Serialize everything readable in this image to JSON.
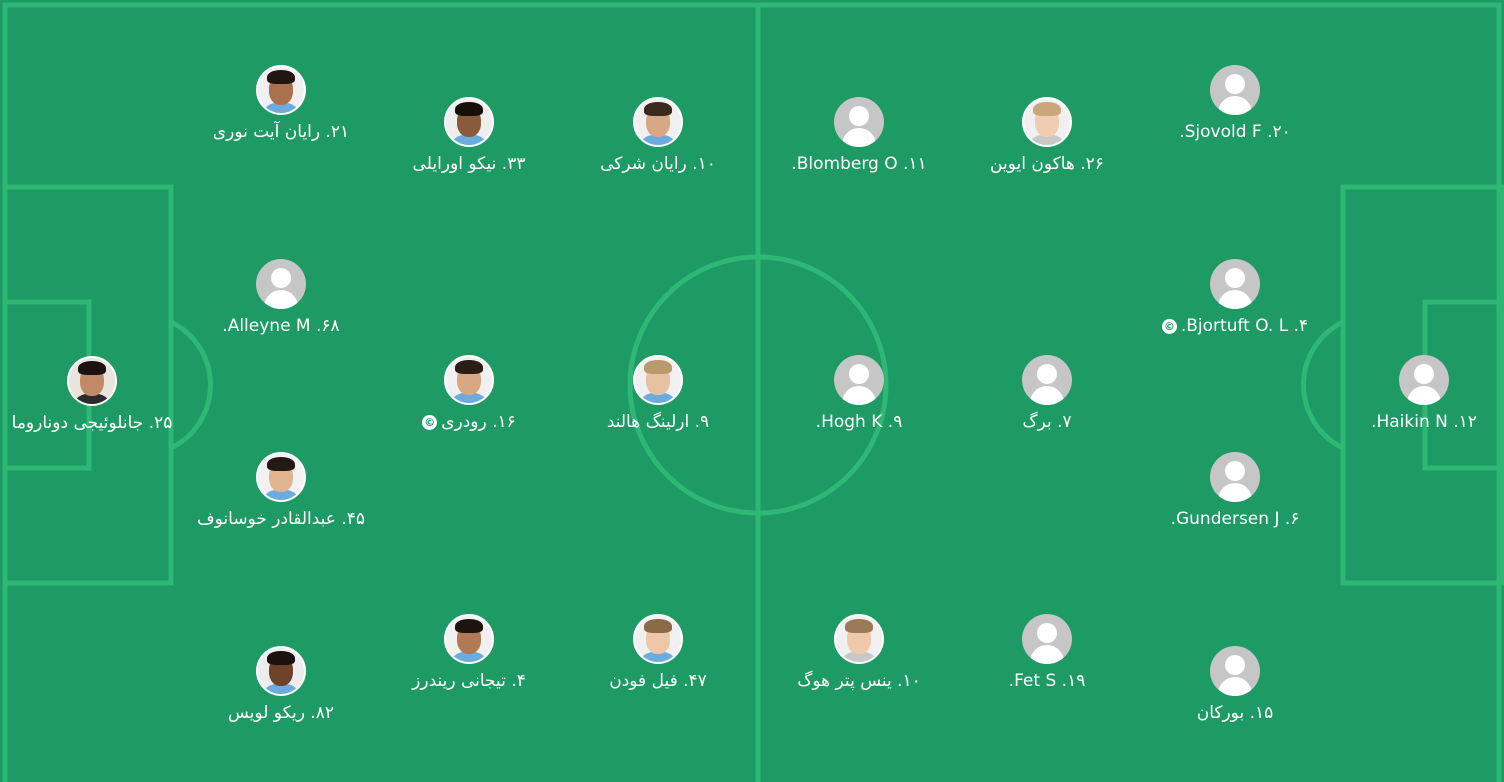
{
  "home_team": {
    "players": [
      {
        "label": "۲۵. جانلوئیجی دوناروما",
        "captain": false,
        "avatar": "photo"
      },
      {
        "label": "۲۱. رایان آیت نوری",
        "captain": false,
        "avatar": "photo"
      },
      {
        "label": "۶۸. Alleyne M.",
        "captain": false,
        "avatar": "placeholder"
      },
      {
        "label": "۴۵. عبدالقادر خوسانوف",
        "captain": false,
        "avatar": "photo"
      },
      {
        "label": "۸۲. ریکو لویس",
        "captain": false,
        "avatar": "photo"
      },
      {
        "label": "۳۳. نیکو اورایلی",
        "captain": false,
        "avatar": "photo"
      },
      {
        "label": "۱۶. رودری",
        "captain": true,
        "avatar": "photo"
      },
      {
        "label": "۴. تیجانی ریندرز",
        "captain": false,
        "avatar": "photo"
      },
      {
        "label": "۱۰. رایان شرکی",
        "captain": false,
        "avatar": "photo"
      },
      {
        "label": "۹. ارلینگ هالند",
        "captain": false,
        "avatar": "photo"
      },
      {
        "label": "۴۷. فیل فودن",
        "captain": false,
        "avatar": "photo"
      }
    ]
  },
  "away_team": {
    "players": [
      {
        "label": "۱۱. Blomberg O.",
        "captain": false,
        "avatar": "placeholder"
      },
      {
        "label": "۹. Hogh K.",
        "captain": false,
        "avatar": "placeholder"
      },
      {
        "label": "۱۰. ینس پتر هوگ",
        "captain": false,
        "avatar": "photo"
      },
      {
        "label": "۲۶. هاکون ایوین",
        "captain": false,
        "avatar": "photo"
      },
      {
        "label": "۷. برگ",
        "captain": false,
        "avatar": "placeholder"
      },
      {
        "label": "۱۹. Fet S.",
        "captain": false,
        "avatar": "placeholder"
      },
      {
        "label": "۲۰. Sjovold F.",
        "captain": false,
        "avatar": "placeholder"
      },
      {
        "label": "۴. Bjortuft O. L.",
        "captain": true,
        "avatar": "placeholder"
      },
      {
        "label": "۶. Gundersen J.",
        "captain": false,
        "avatar": "placeholder"
      },
      {
        "label": "۱۵. بورکان",
        "captain": false,
        "avatar": "placeholder"
      },
      {
        "label": "۱۲. Haikin N.",
        "captain": false,
        "avatar": "placeholder"
      }
    ]
  },
  "captain_symbol": "©",
  "icons": {
    "placeholder_avatar": "user-silhouette-icon",
    "captain": "captain-icon"
  },
  "colors": {
    "pitch": "#1e9a64",
    "lines": "#2fb776",
    "text": "#ffffff",
    "placeholder": "#c6c6c6"
  }
}
